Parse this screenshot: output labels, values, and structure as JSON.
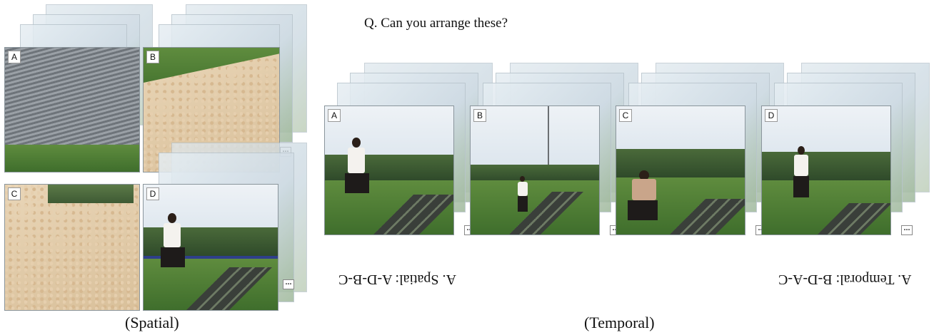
{
  "question": "Q. Can you arrange these?",
  "spatial": {
    "caption": "(Spatial)",
    "tiles": [
      {
        "label": "A"
      },
      {
        "label": "B"
      },
      {
        "label": "C"
      },
      {
        "label": "D"
      }
    ],
    "answer": "A.   Spatial: A-D-B-C"
  },
  "temporal": {
    "caption": "(Temporal)",
    "frames": [
      {
        "label": "A"
      },
      {
        "label": "B"
      },
      {
        "label": "C"
      },
      {
        "label": "D"
      }
    ],
    "answer": "A.   Temporal: B-D-A-C"
  },
  "ellipsis": "…"
}
